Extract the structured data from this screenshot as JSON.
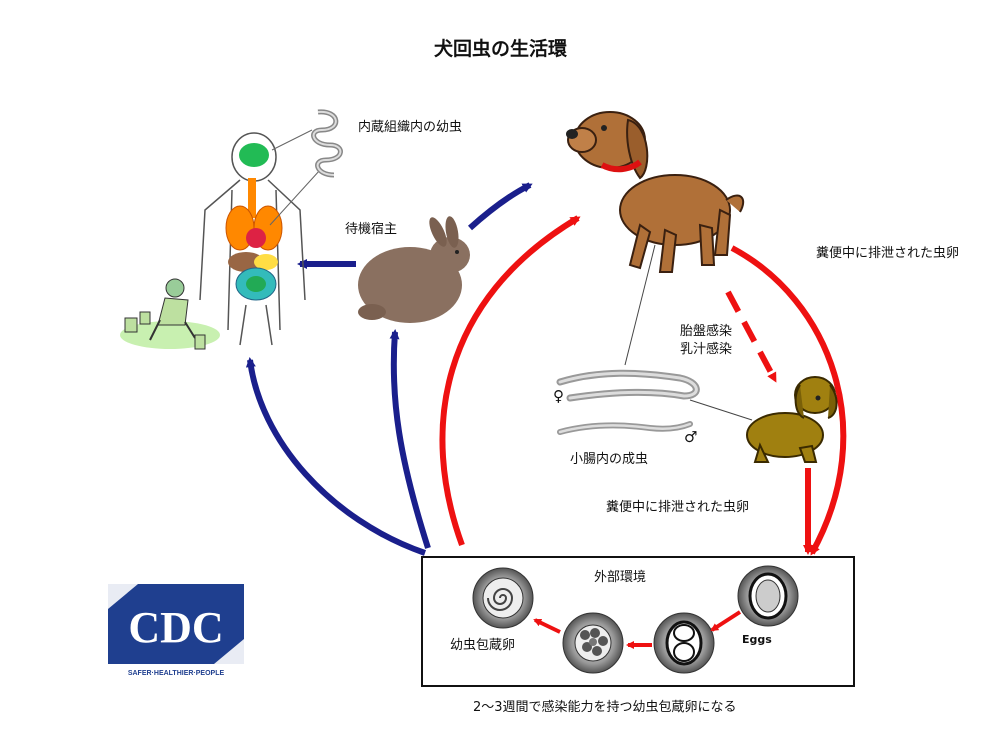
{
  "title": "犬回虫の生活環",
  "labels": {
    "larvae_in_tissue": "内蔵組織内の幼虫",
    "paratenic_host": "待機宿主",
    "feces_eggs_top": "糞便中に排泄された虫卵",
    "transplacental": "胎盤感染",
    "lactogenic": "乳汁感染",
    "adults_in_intestine": "小腸内の成虫",
    "feces_eggs_mid": "糞便中に排泄された虫卵",
    "environment": "外部環境",
    "eggs": "Eggs",
    "embryonated_egg": "幼虫包蔵卵",
    "footnote": "2～3週間で感染能力を持つ幼虫包蔵卵になる",
    "female_symbol": "♀",
    "male_symbol": "♂"
  },
  "logo": {
    "text": "CDC",
    "tagline": "SAFER·HEALTHIER·PEOPLE"
  },
  "colors": {
    "red_arrow": "#ee1111",
    "blue_arrow": "#1a1f8c",
    "cdc_blue": "#1f3f8f"
  },
  "icons": [
    "human-anatomy-figure",
    "child-playing-icon",
    "rabbit-icon",
    "adult-dog-icon",
    "puppy-icon",
    "adult-worms-icon",
    "egg-icon",
    "embryonated-egg-icon",
    "cdc-logo"
  ]
}
